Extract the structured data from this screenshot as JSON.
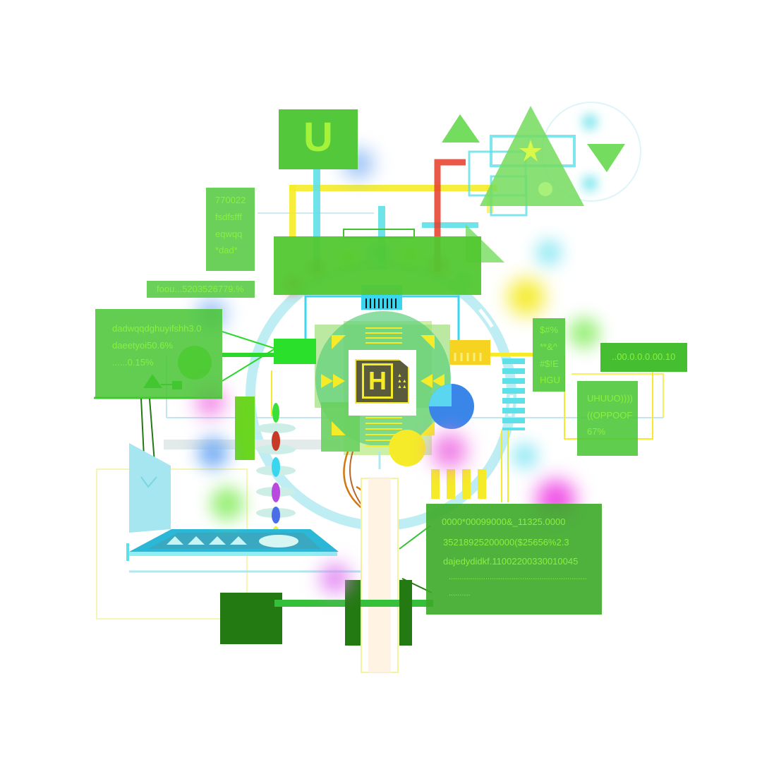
{
  "header_panel": {
    "letter": "U"
  },
  "chip": {
    "letter": "H"
  },
  "panel_left_top": {
    "lines": [
      "770022",
      "fsdfsfff",
      "eqwqq",
      "*dad*"
    ]
  },
  "label_percent": {
    "text": "foou...5203526779.%"
  },
  "panel_left_mid": {
    "lines": [
      "dadwqqdghuyifshh3.0",
      "daeetyoi50.6%",
      "......0.15%"
    ]
  },
  "panel_right_symbols": {
    "lines": [
      "$#%",
      "**&^",
      "#$!E",
      "HGU"
    ]
  },
  "panel_right_number": {
    "text": "..00.0.0.0.00.10"
  },
  "panel_right_mid": {
    "lines": [
      "UHUUO))))",
      "((OPPOOF",
      "67%"
    ]
  },
  "panel_bottom_right": {
    "lines": [
      "0000*00099000&_11325.0000",
      "35218925200000($25656%2.3",
      "dajedydidkf.11002200330010045",
      "................................................................",
      ".........."
    ]
  },
  "colors": {
    "green_panel": "#46be32",
    "dark_green": "#237a12",
    "text_green": "#8af03c",
    "cyan": "#46e6f5",
    "yellow": "#f5eb28",
    "magenta": "#f050e6",
    "red": "#e63c28"
  }
}
